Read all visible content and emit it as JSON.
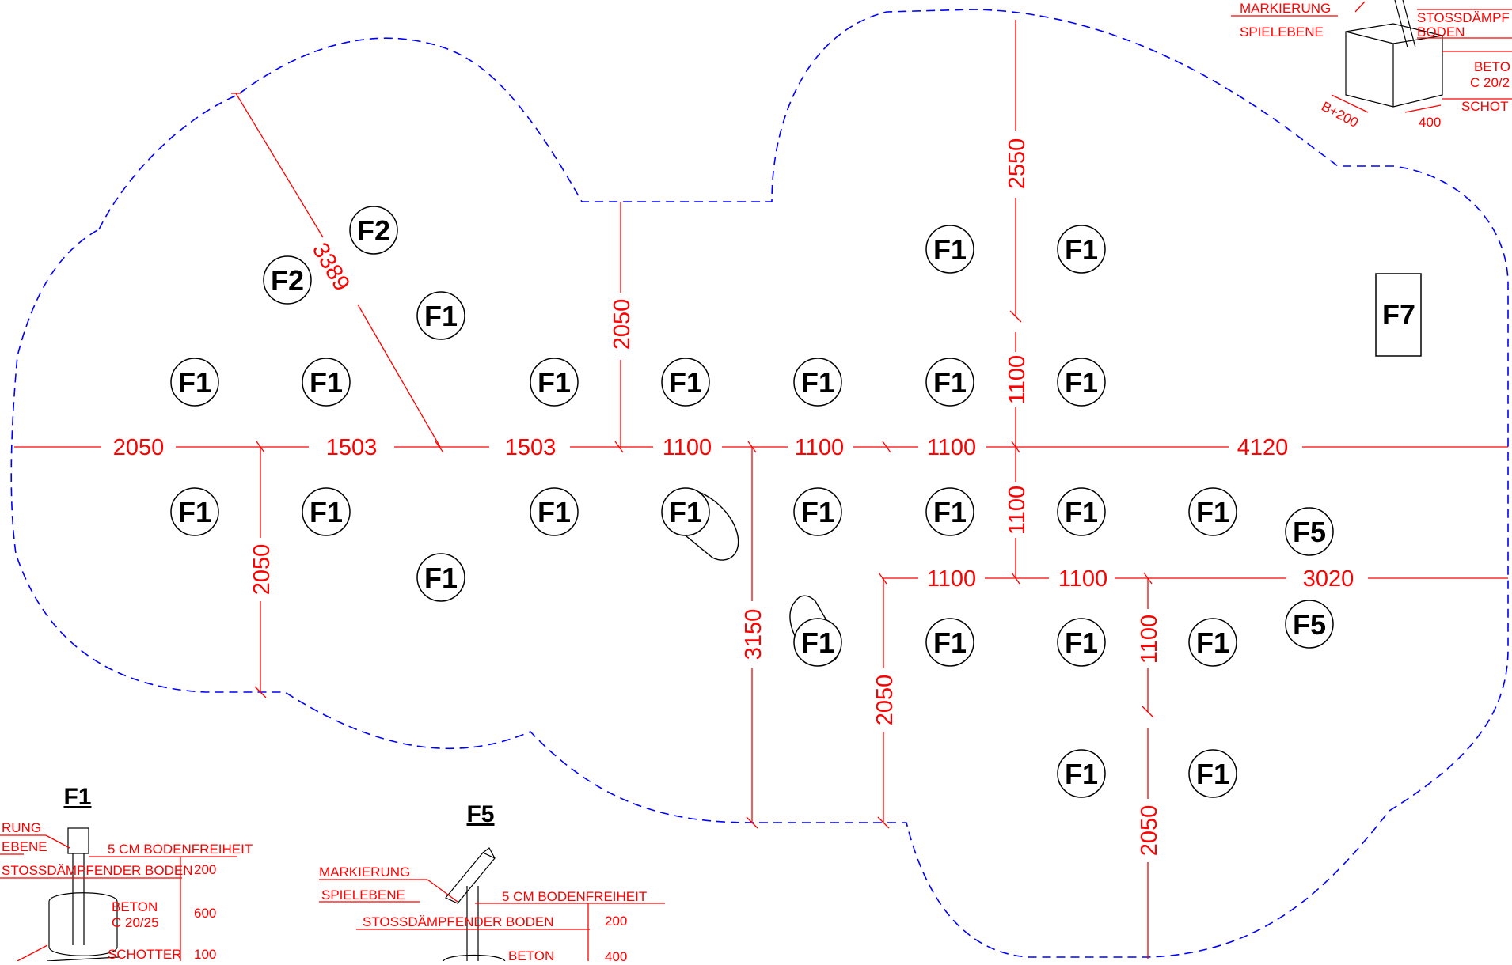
{
  "title": "",
  "legend_detail_top_right": {
    "markierung": "MARKIERUNG",
    "spielebene": "SPIELEBENE",
    "stossdaempfender": "STOSSDÄMPF",
    "boden": "BODEN",
    "beton": "BETO",
    "beton2": "C 20/2",
    "schotter": "SCHOT",
    "width": "B+200",
    "depth": "400"
  },
  "detail_f1": {
    "title": "F1",
    "markierung": "RUNG",
    "spielebene": "EBENE",
    "freiheit": "5 CM BODENFREIHEIT",
    "boden": "STOSSDÄMPFENDER BODEN",
    "boden_val": "200",
    "beton": "BETON",
    "beton_class": "C 20/25",
    "beton_val": "600",
    "schotter": "SCHOTTER",
    "schotter_val": "100"
  },
  "detail_f5": {
    "title": "F5",
    "markierung": "MARKIERUNG",
    "spielebene": "SPIELEBENE",
    "freiheit": "5 CM BODENFREIHEIT",
    "boden": "STOSSDÄMPFENDER BODEN",
    "boden_val": "200",
    "beton": "BETON",
    "beton_val": "400"
  },
  "dimensions": {
    "row_main": [
      "2050",
      "1503",
      "1503",
      "1100",
      "1100",
      "1100",
      "4120"
    ],
    "row_lower": [
      "1100",
      "1100",
      "3020"
    ],
    "diagonal": "3389",
    "v_2050_top": "2050",
    "v_2550": "2550",
    "v_1100_a": "1100",
    "v_1100_b": "1100",
    "v_2050_left": "2050",
    "v_3150": "3150",
    "v_2050_mid": "2050",
    "v_1100_right": "1100",
    "v_2050_right": "2050"
  },
  "markers": {
    "f1": "F1",
    "f2": "F2",
    "f5": "F5",
    "f7": "F7"
  },
  "colors": {
    "boundary": "#0000ff",
    "dimension": "#ff0000",
    "marker": "#000000"
  }
}
